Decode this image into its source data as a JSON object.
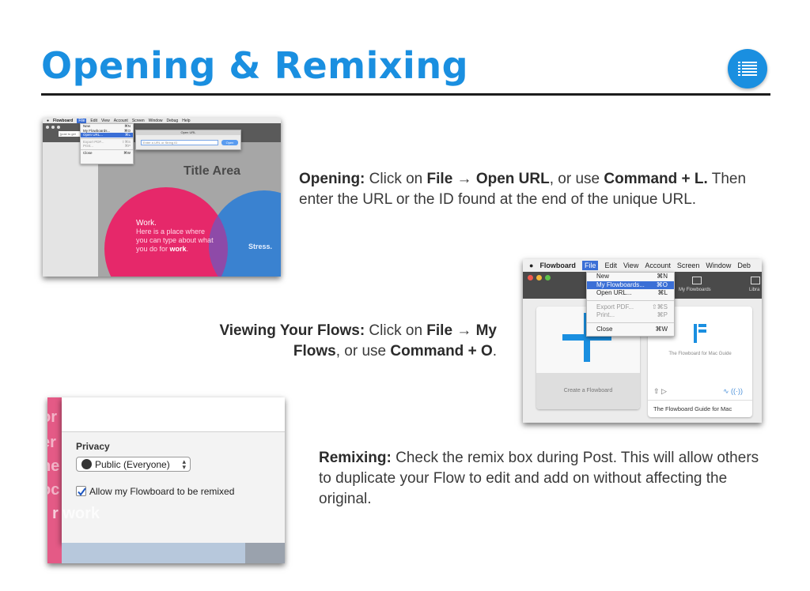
{
  "slide": {
    "title": "Opening & Remixing",
    "menu_badge_icon": "list-menu-icon"
  },
  "colors": {
    "accent": "#1a8fe0",
    "pink": "#e6286a",
    "blue": "#3a82d0"
  },
  "sections": {
    "opening": {
      "label": "Opening:",
      "t1": " Click on ",
      "file": "File",
      "arrow": " → ",
      "open_url": "Open URL",
      "t2": ", or use ",
      "shortcut": "Command + L.",
      "t3": " Then enter the URL or the ID found at the end of the unique URL."
    },
    "viewing": {
      "label": "Viewing Your Flows:",
      "t1": " Click on ",
      "file": "File",
      "arrow": " → ",
      "my_flows": "My Flows",
      "t2": ", or use ",
      "shortcut": "Command + O",
      "t3": "."
    },
    "remixing": {
      "label": "Remixing:",
      "text": " Check the remix box during Post. This will allow others to duplicate your Flow to edit and add on without affecting the original."
    }
  },
  "shot1": {
    "menubar": [
      "Flowboard",
      "File",
      "Edit",
      "View",
      "Account",
      "Screen",
      "Window",
      "Debug",
      "Help"
    ],
    "url_placeholder": "[post to get",
    "menu": [
      {
        "label": "New",
        "key": "⌘N"
      },
      {
        "label": "My Flowboards...",
        "key": "⌘O"
      },
      {
        "label": "Open URL...",
        "key": "⌘L"
      },
      {
        "label": "Export PDF...",
        "key": "⇧⌘S"
      },
      {
        "label": "Print...",
        "key": "⌘P"
      },
      {
        "label": "Close",
        "key": "⌘W"
      }
    ],
    "dialog_title": "Open URL",
    "dialog_placeholder": "Enter a URL or String ID",
    "dialog_button": "Open",
    "canvas_title": "Title Area",
    "work_heading": "Work.",
    "work_text": "Here is a place where you can type about what you do for ",
    "work_bold": "work",
    "work_end": ".",
    "stress_label": "Stress."
  },
  "shot2": {
    "menubar": [
      "Flowboard",
      "File",
      "Edit",
      "View",
      "Account",
      "Screen",
      "Window",
      "Deb"
    ],
    "menu": [
      {
        "label": "New",
        "key": "⌘N"
      },
      {
        "label": "My Flowboards...",
        "key": "⌘O"
      },
      {
        "label": "Open URL...",
        "key": "⌘L"
      },
      {
        "label": "Export PDF...",
        "key": "⇧⌘S"
      },
      {
        "label": "Print...",
        "key": "⌘P"
      },
      {
        "label": "Close",
        "key": "⌘W"
      }
    ],
    "toolbar_my_flowboards": "My Flowboards",
    "toolbar_library": "Libra",
    "create_label": "Create a Flowboard",
    "guide_card_text": "The Flowboard for Mac Guide",
    "guide_title": "The Flowboard Guide for Mac"
  },
  "shot3": {
    "privacy_label": "Privacy",
    "privacy_value": "Public (Everyone)",
    "remix_checkbox_label": "Allow my Flowboard to be remixed",
    "remix_checked": true,
    "bg_fragments": [
      "or",
      "er",
      "he",
      "oc",
      "r work"
    ]
  }
}
